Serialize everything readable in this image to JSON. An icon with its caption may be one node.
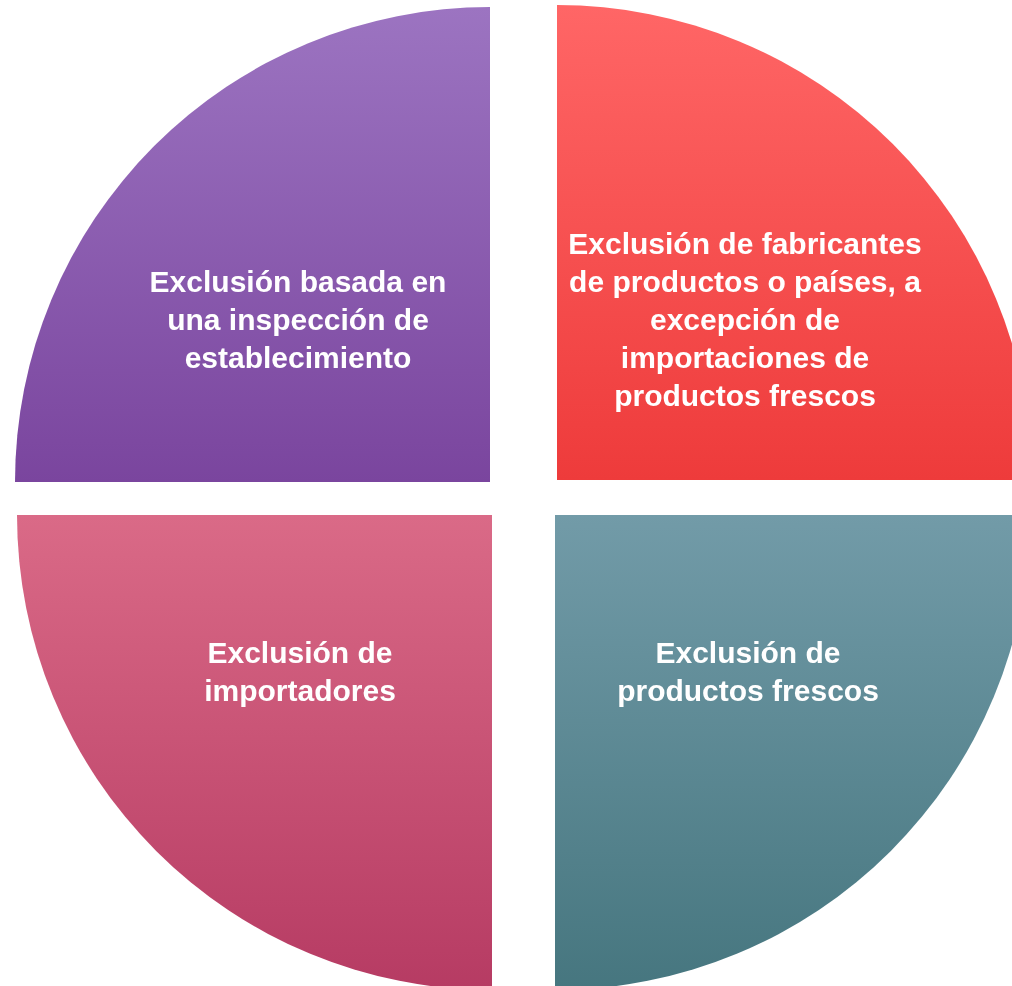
{
  "diagram": {
    "nodes": [
      {
        "text": [
          "Exclusión basada en una inspección de establecimiento"
        ]
      },
      {
        "text": [
          "Exclusión de fabricantes de productos o países, a excepción de importaciones de productos frescos"
        ]
      },
      {
        "text": [
          "Exclusión de importadores"
        ]
      },
      {
        "text": [
          "Exclusión de productos frescos"
        ]
      }
    ]
  }
}
